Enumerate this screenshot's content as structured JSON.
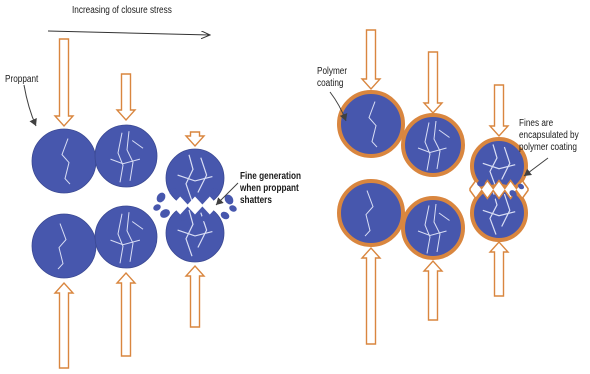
{
  "labels": {
    "title": "Increasing of closure stress",
    "proppant": "Proppant",
    "fine_generation": [
      "Fine generation",
      "when proppant",
      "shatters"
    ],
    "polymer_coating": [
      "Polymer",
      "coating"
    ],
    "fines_encapsulated": [
      "Fines are",
      "encapsulated by",
      "polymer coating"
    ]
  },
  "colors": {
    "proppant_fill": "#4757ad",
    "crack": "#d9def5",
    "arrow": "#d9863f",
    "polymer_coating": "#d9863f",
    "pointer": "#404040",
    "text": "#1a1a1a"
  },
  "stages": [
    {
      "state": "intact",
      "coated": false
    },
    {
      "state": "cracked",
      "coated": false
    },
    {
      "state": "shattered",
      "coated": false
    },
    {
      "state": "intact",
      "coated": true
    },
    {
      "state": "cracked",
      "coated": true
    },
    {
      "state": "shattered",
      "coated": true
    }
  ]
}
